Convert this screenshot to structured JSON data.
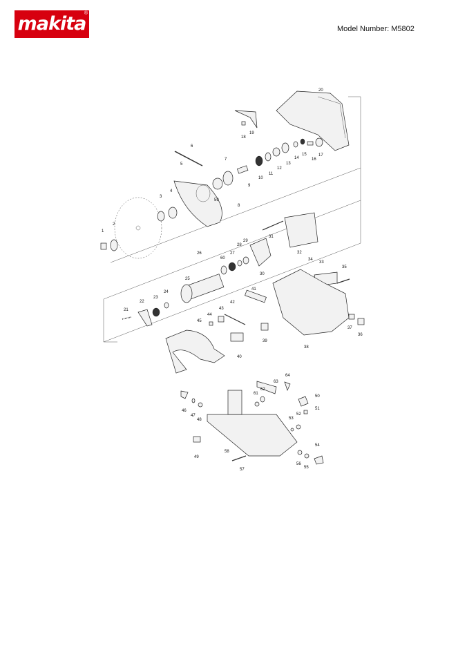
{
  "brand": {
    "name": "makita",
    "registered": "®",
    "color": "#d7000f"
  },
  "header": {
    "model_label": "Model Number: M5802"
  },
  "callouts": [
    "1",
    "2",
    "3",
    "4",
    "5",
    "6",
    "7",
    "8",
    "9",
    "10",
    "11",
    "12",
    "13",
    "14",
    "15",
    "16",
    "17",
    "18",
    "19",
    "20",
    "21",
    "22",
    "23",
    "24",
    "25",
    "26",
    "27",
    "28",
    "29",
    "30",
    "31",
    "32",
    "33",
    "34",
    "35",
    "36",
    "37",
    "38",
    "39",
    "40",
    "41",
    "42",
    "43",
    "44",
    "45",
    "46",
    "47",
    "48",
    "49",
    "50",
    "51",
    "52",
    "53",
    "54",
    "55",
    "56",
    "57",
    "58",
    "59",
    "60",
    "61",
    "62",
    "63",
    "64"
  ]
}
